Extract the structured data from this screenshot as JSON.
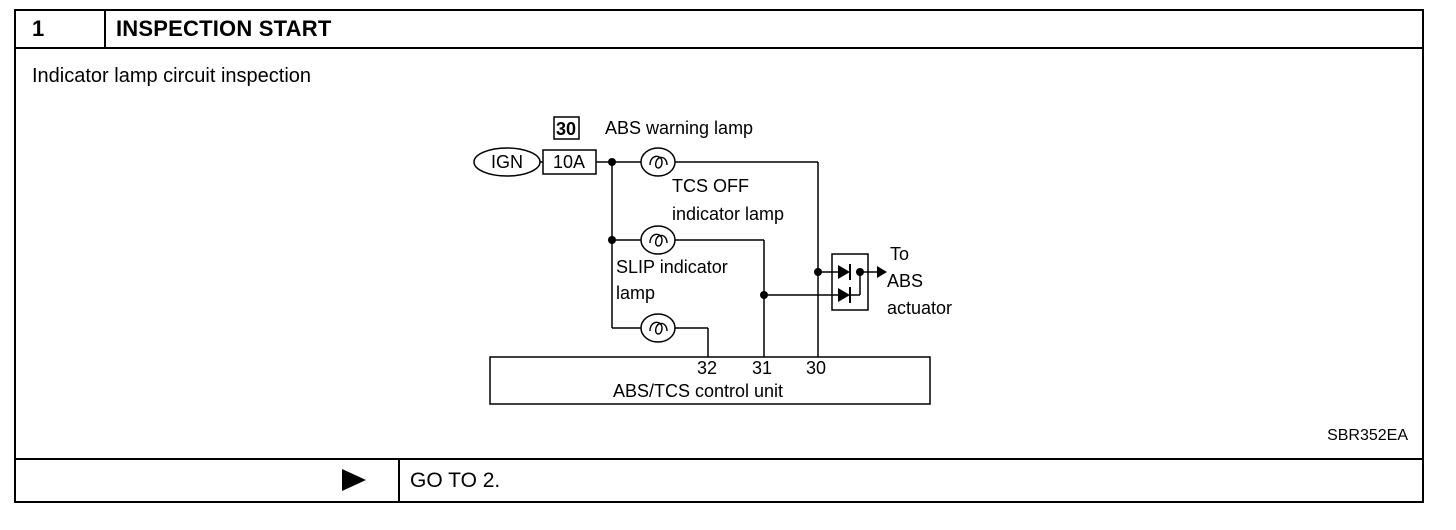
{
  "header": {
    "step_number": "1",
    "title": "INSPECTION START"
  },
  "content": {
    "subtitle": "Indicator lamp circuit inspection",
    "diagram": {
      "fuse_number": "30",
      "fuse_rating": "10A",
      "power_source": "IGN",
      "abs_lamp_label": "ABS warning lamp",
      "tcs_lamp_label_1": "TCS OFF",
      "tcs_lamp_label_2": "indicator lamp",
      "slip_lamp_label_1": "SLIP indicator",
      "slip_lamp_label_2": "lamp",
      "actuator_label_1": "To",
      "actuator_label_2": "ABS",
      "actuator_label_3": "actuator",
      "pin_32": "32",
      "pin_31": "31",
      "pin_30": "30",
      "control_unit_label": "ABS/TCS control unit"
    },
    "reference_code": "SBR352EA"
  },
  "footer": {
    "next_step": "GO TO 2."
  }
}
